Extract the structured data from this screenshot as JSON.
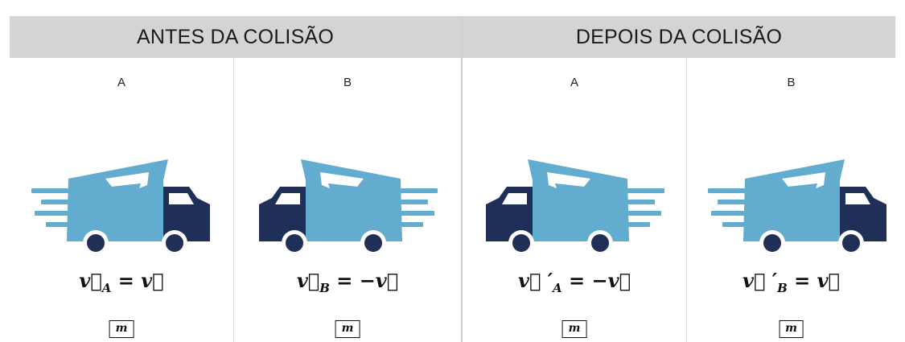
{
  "header": {
    "before": "ANTES DA COLISÃO",
    "after": "DEPOIS DA COLISÃO"
  },
  "columns": [
    {
      "label": "A",
      "velocity_symbol": "v⃗",
      "velocity_sub": "A",
      "velocity_rhs": " = v⃗",
      "direction": "right",
      "mass": "m",
      "front_color": "#1f2f57",
      "body_color": "#62acd0"
    },
    {
      "label": "B",
      "velocity_symbol": "v⃗",
      "velocity_sub": "B",
      "velocity_rhs": " = −v⃗",
      "direction": "left",
      "mass": "m",
      "front_color": "#1f2f57",
      "body_color": "#62acd0"
    },
    {
      "label": "A",
      "velocity_symbol": "v⃗ ′",
      "velocity_sub": "A",
      "velocity_rhs": " = −v⃗",
      "direction": "left",
      "mass": "m",
      "front_color": "#1f2f57",
      "body_color": "#62acd0"
    },
    {
      "label": "B",
      "velocity_symbol": "v⃗ ′",
      "velocity_sub": "B",
      "velocity_rhs": " = v⃗",
      "direction": "right",
      "mass": "m",
      "front_color": "#1f2f57",
      "body_color": "#62acd0"
    }
  ]
}
